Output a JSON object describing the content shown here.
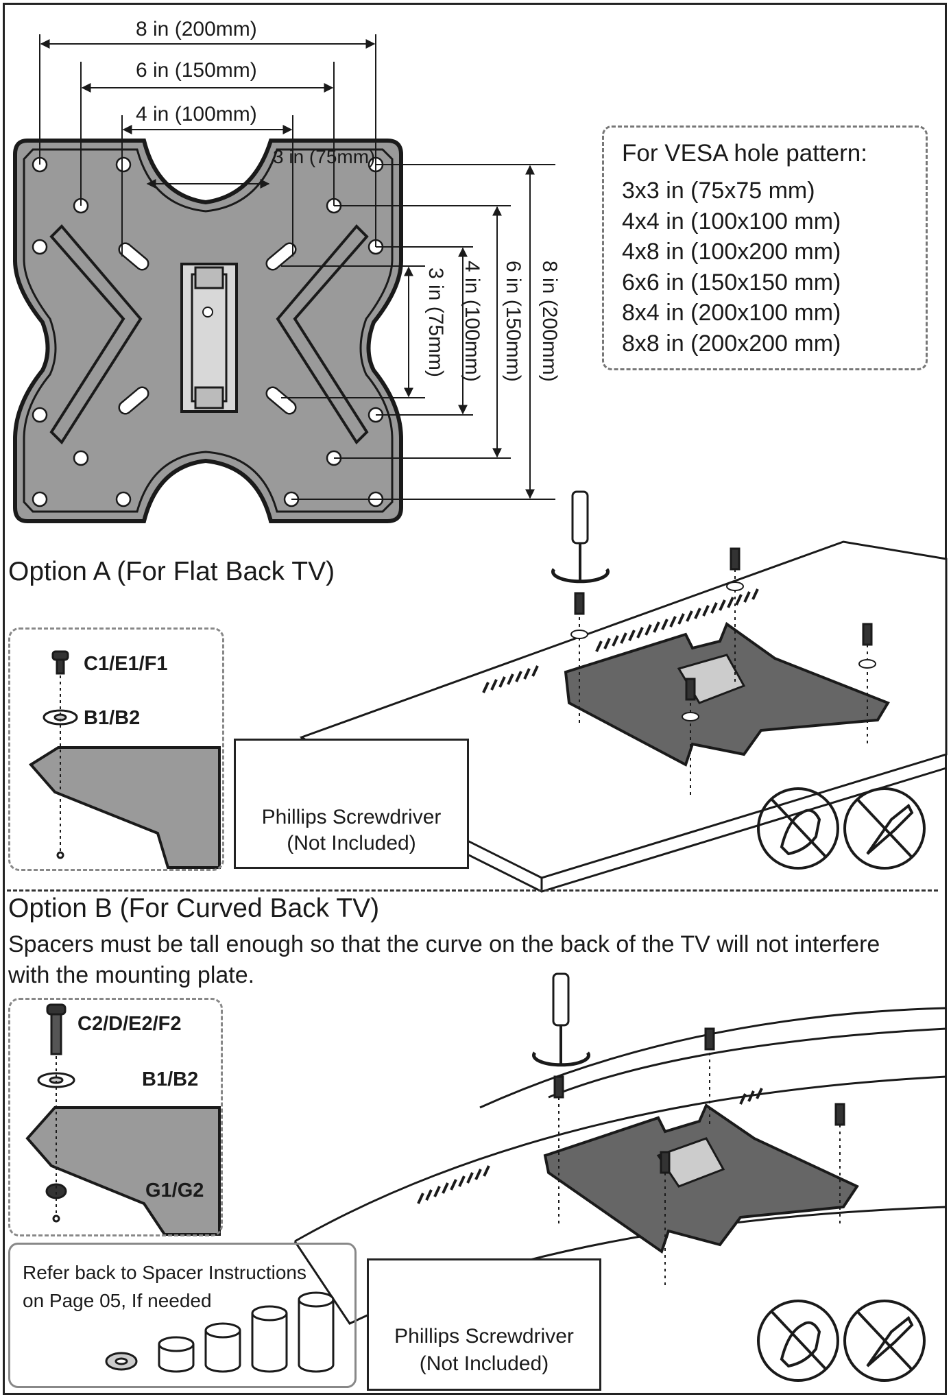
{
  "dimensions": {
    "h8": "8 in (200mm)",
    "h6": "6 in (150mm)",
    "h4": "4 in (100mm)",
    "h3": "3 in (75mm)",
    "v3": "3 in (75mm)",
    "v4": "4 in (100mm)",
    "v6": "6 in (150mm)",
    "v8": "8 in (200mm)"
  },
  "vesa": {
    "title": "For VESA hole pattern:",
    "items": [
      "3x3 in (75x75 mm)",
      "4x4 in (100x100 mm)",
      "4x8 in (100x200 mm)",
      "6x6 in (150x150 mm)",
      "8x4 in (200x100 mm)",
      "8x8 in (200x200 mm)"
    ]
  },
  "option_a": {
    "heading": "Option A (For Flat Back TV)",
    "parts": [
      "C1/E1/F1",
      "B1/B2"
    ],
    "tool_name": "Phillips Screwdriver",
    "tool_note": "(Not Included)"
  },
  "option_b": {
    "heading": "Option B (For Curved Back TV)",
    "description": "Spacers must be tall enough so that the curve on the back of the TV will not interfere with the mounting plate.",
    "parts": [
      "C2/D/E2/F2",
      "B1/B2",
      "G1/G2"
    ],
    "refer_line1": "Refer back to Spacer Instructions",
    "refer_line2": "on Page 05, If needed",
    "tool_name": "Phillips Screwdriver",
    "tool_note": "(Not Included)"
  },
  "colors": {
    "plate_fill": "#9a9a9a",
    "line": "#1a1a1a",
    "dash": "#888888"
  },
  "icons": [
    "phillips-head-icon",
    "screwdriver-icon",
    "rotate-arrows-icon",
    "no-power-tool-icon",
    "no-excess-force-icon"
  ]
}
